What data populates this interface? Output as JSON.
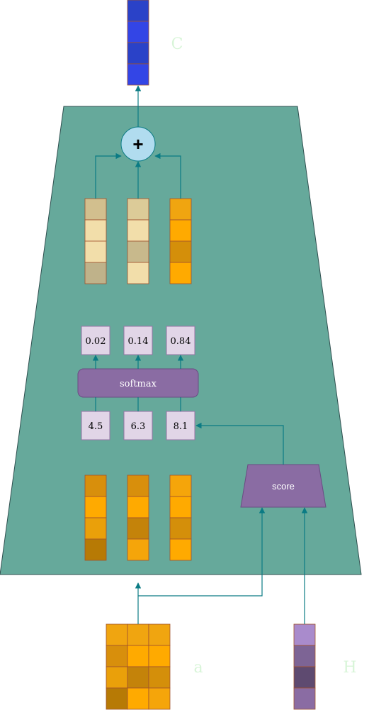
{
  "labels": {
    "context": "C",
    "annotations": "a",
    "hidden": "H"
  },
  "ops": {
    "sum_symbol": "+",
    "softmax": "softmax",
    "score": "score"
  },
  "scores": [
    "4.5",
    "6.3",
    "8.1"
  ],
  "weights": [
    "0.02",
    "0.14",
    "0.84"
  ],
  "colors": {
    "block_bg": "#66a99b",
    "block_edge": "#2f4f4f",
    "arrow": "#0b7b84",
    "box_fill": "#e1d5e7",
    "box_edge": "#9673a6",
    "op_fill": "#8a6ca3",
    "sum_fill": "#b1dcef",
    "label_faint": "#d8f5d8"
  },
  "context_cells": [
    "#2a42c8",
    "#3345e6",
    "#2a42c8",
    "#3345e6"
  ],
  "weighted_columns": [
    [
      "#d2bf8e",
      "#f2deaa",
      "#f2deaa",
      "#bfb28a"
    ],
    [
      "#dccb98",
      "#f2deaa",
      "#c8b98c",
      "#f2deaa"
    ],
    [
      "#f0a510",
      "#ffaa00",
      "#d48f0a",
      "#ffaa00"
    ]
  ],
  "input_columns": [
    [
      "#d88f0c",
      "#ffaa00",
      "#eaa00a",
      "#b77a05"
    ],
    [
      "#d88f0c",
      "#ffaa00",
      "#c4830a",
      "#f5a50a"
    ],
    [
      "#f5a50a",
      "#ffaa00",
      "#d48f0a",
      "#ffaa00"
    ]
  ],
  "annotation_grid": [
    [
      "#f0a510",
      "#f0a510",
      "#f0a510"
    ],
    [
      "#d88f0c",
      "#ffaa00",
      "#ffaa00"
    ],
    [
      "#eaa00a",
      "#c4830a",
      "#d48f0a"
    ],
    [
      "#b77a05",
      "#ffaa00",
      "#f5a50a"
    ]
  ],
  "hidden_cells": [
    "#a98bcc",
    "#7d6495",
    "#5e4a70",
    "#8a6ca3"
  ]
}
